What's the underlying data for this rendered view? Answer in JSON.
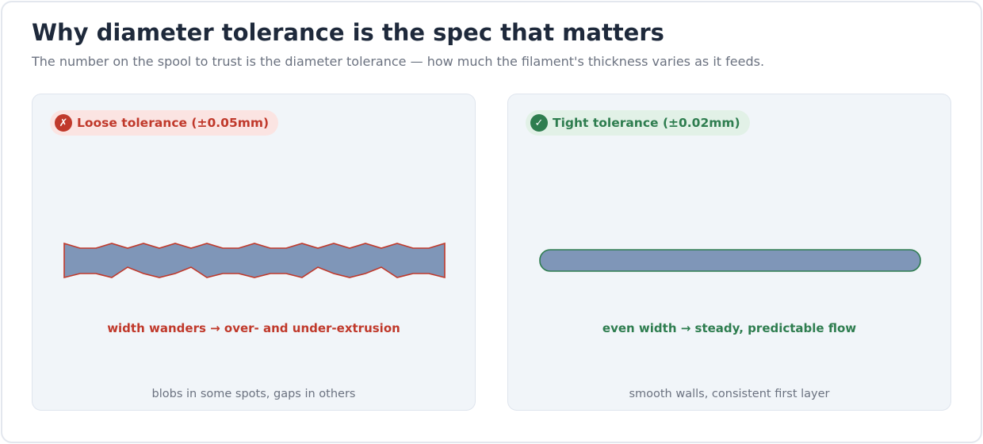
{
  "header": {
    "title": "Why diameter tolerance is the spec that matters",
    "subtitle": "The number on the spool to trust is the diameter tolerance — how much the filament's thickness varies as it feeds."
  },
  "panels": [
    {
      "badge_icon": "cross-mark-icon",
      "badge_symbol": "✗",
      "badge_label": "Loose tolerance (±0.05mm)",
      "caption": "width wanders → over- and under-extrusion",
      "note": "blobs in some spots, gaps in others",
      "accent_color": "#c0392b",
      "fill_color": "#7f96b8"
    },
    {
      "badge_icon": "check-mark-icon",
      "badge_symbol": "✓",
      "badge_label": "Tight tolerance (±0.02mm)",
      "caption": "even width → steady, predictable flow",
      "note": "smooth walls, consistent first layer",
      "accent_color": "#2e7d4f",
      "fill_color": "#7f96b8"
    }
  ]
}
